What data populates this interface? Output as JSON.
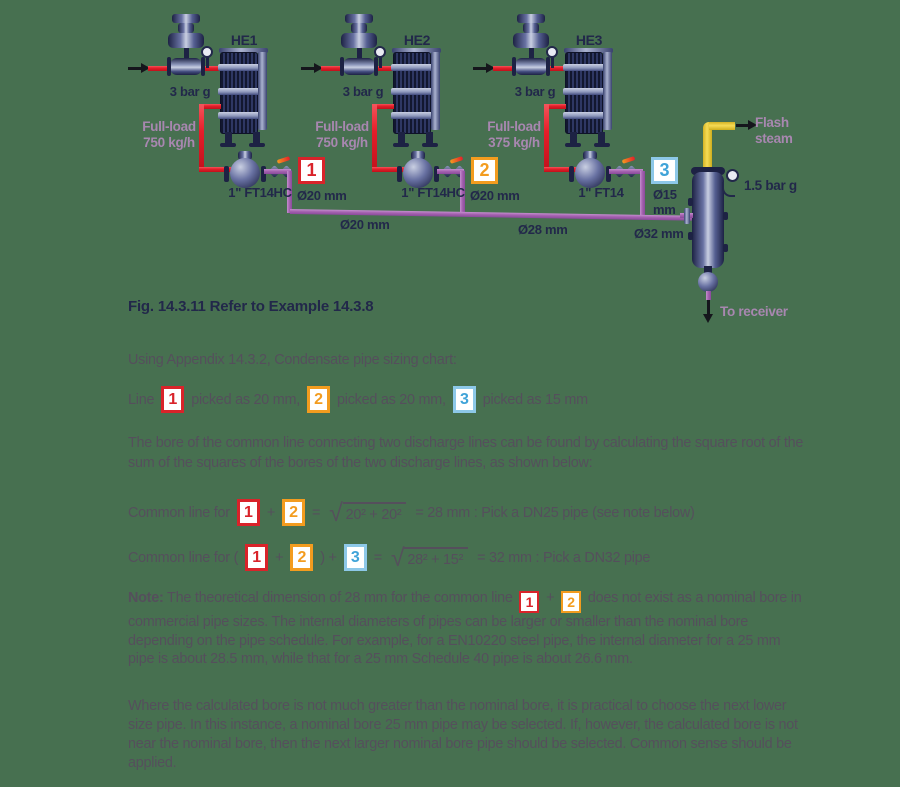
{
  "colors": {
    "background": "#477050",
    "steam_line": "#e51e2a",
    "condensate_line": "#a563b0",
    "flash_steam_line": "#f6dc55",
    "body_text": "#554f5c",
    "diagram_label": "#22284a",
    "muted_label": "#a887b0"
  },
  "tags": [
    {
      "label": "1",
      "border": "#d9232a",
      "color": "#d9232a"
    },
    {
      "label": "2",
      "border": "#f39c1f",
      "color": "#f39c1f"
    },
    {
      "label": "3",
      "border": "#8dc8e8",
      "color": "#3fa3d8"
    }
  ],
  "diagram": {
    "units": [
      {
        "he": "HE1",
        "pressure": "3 bar g",
        "load1": "Full-load",
        "load2": "750 kg/h",
        "trap": "1\" FT14HC",
        "bore": "Ø20 mm"
      },
      {
        "he": "HE2",
        "pressure": "3 bar g",
        "load1": "Full-load",
        "load2": "750 kg/h",
        "trap": "1\" FT14HC",
        "bore": "Ø20 mm"
      },
      {
        "he": "HE3",
        "pressure": "3 bar g",
        "load1": "Full-load",
        "load2": "375 kg/h",
        "trap": "1\" FT14",
        "bore1": "Ø15",
        "bore2": "mm"
      }
    ],
    "header_labels": [
      "Ø20 mm",
      "Ø28 mm",
      "Ø32 mm"
    ],
    "flash_vessel": {
      "flash1": "Flash",
      "flash2": "steam",
      "pressure": "1.5 bar g",
      "receiver": "To receiver"
    }
  },
  "caption": "Fig. 14.3.11 Refer to Example 14.3.8",
  "text": {
    "intro": "Using Appendix 14.3.2, Condensate pipe sizing chart:",
    "line_row": {
      "prefix": "Line",
      "after1": "picked as 20 mm,",
      "after2": "picked as 20 mm,",
      "after3": "picked as 15 mm"
    },
    "para1": "The bore of the common line connecting two discharge lines can be found by calculating the square root of the sum of the squares of the bores of the two discharge lines, as shown below:",
    "formula1": {
      "prefix": "Common line for",
      "plus": "+",
      "equals": "=",
      "sqrt_symbol": "√",
      "radicand": "20² + 20²",
      "result": "= 28 mm : Pick a DN25 pipe (see note below)"
    },
    "formula2": {
      "prefix": "Common line for (",
      "plus": "+",
      "close": ") +",
      "equals": "=",
      "sqrt_symbol": "√",
      "radicand": "28² + 15²",
      "result": "= 32 mm : Pick a DN32 pipe"
    },
    "note": {
      "prefix": "Note:",
      "before": "The theoretical dimension of 28 mm for the common line",
      "plus": "+",
      "after": "does not exist as a nominal bore in commercial pipe sizes. The internal diameters of pipes can be larger or smaller than the nominal bore depending on the pipe schedule. For example, for a EN10220 steel pipe, the internal diameter for a 25 mm pipe is about 28.5 mm, while that for a 25 mm Schedule 40 pipe is about 26.6 mm."
    },
    "closing": "Where the calculated bore is not much greater than the nominal bore, it is practical to choose the next lower size pipe. In this instance, a nominal bore 25 mm pipe may be selected. If, however, the calculated bore is not near the nominal bore, then the next larger nominal bore pipe should be selected. Common sense should be applied."
  }
}
